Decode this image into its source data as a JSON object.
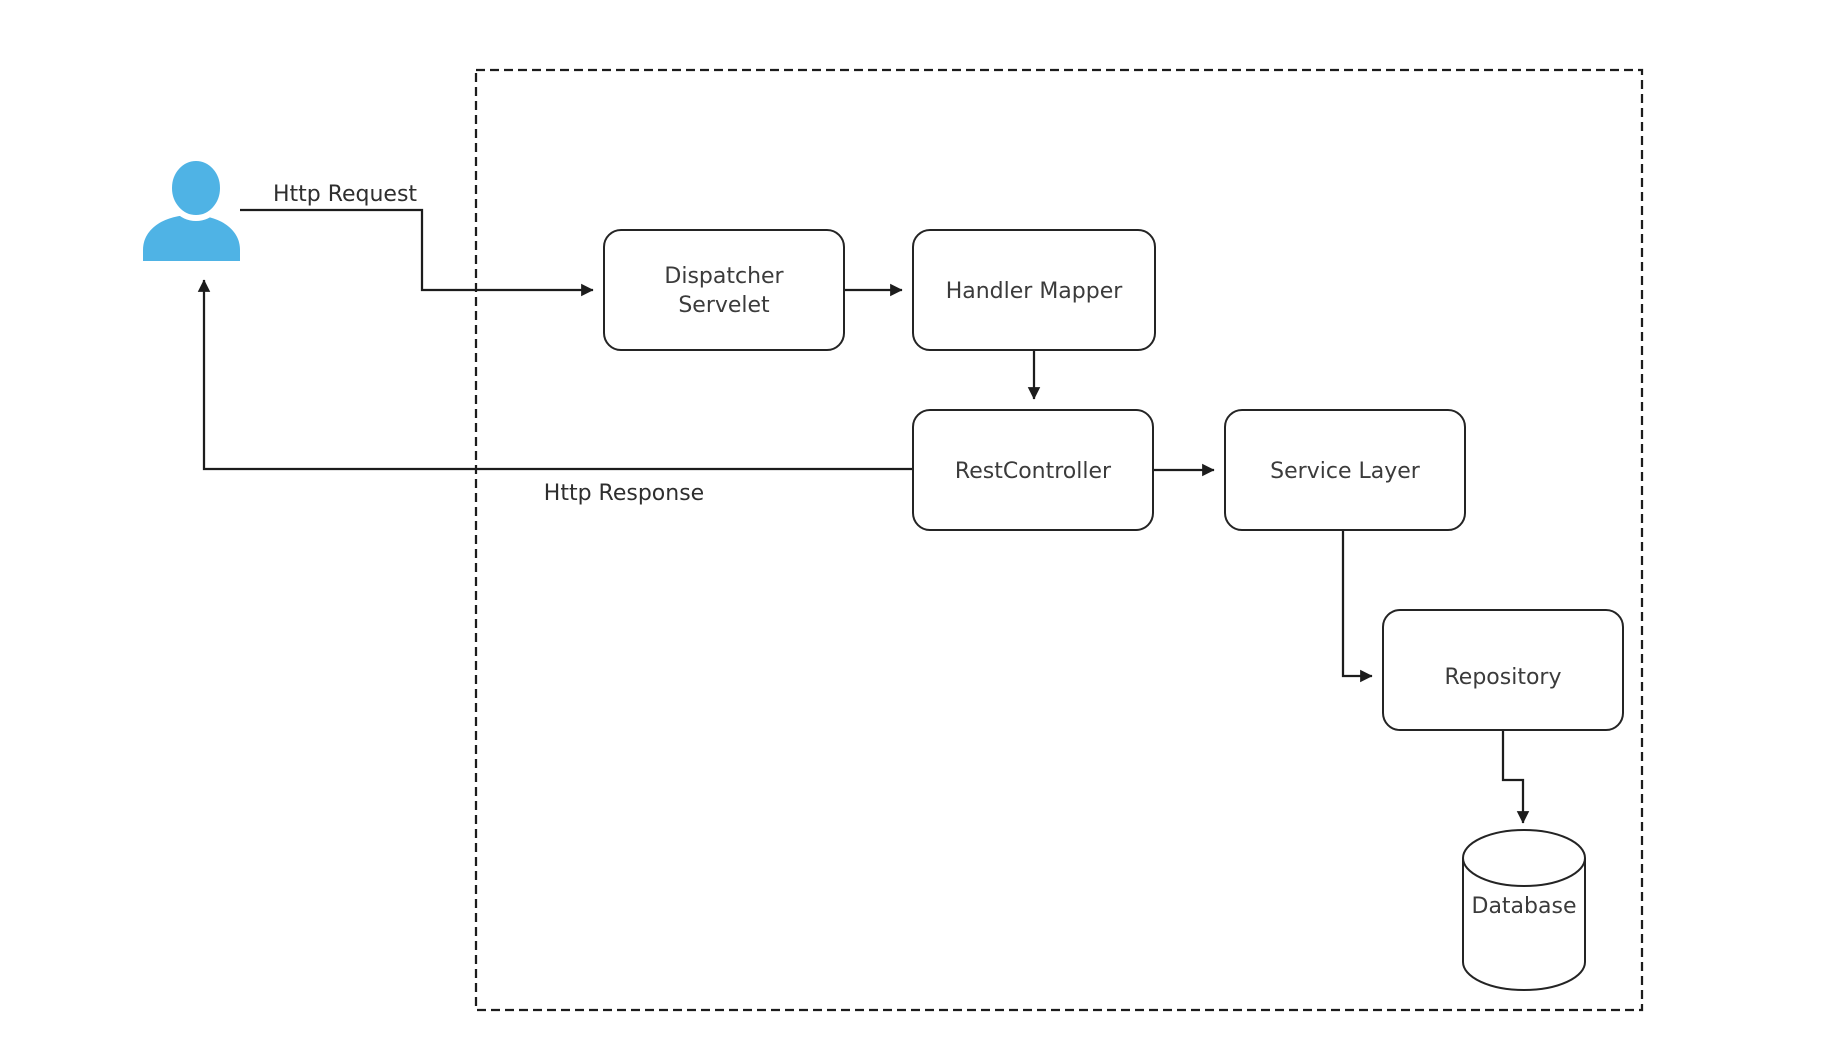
{
  "diagram": {
    "type": "architecture-flowchart",
    "background": "#ffffff"
  },
  "colors": {
    "user_icon": "#4fb3e5",
    "stroke": "#1c1c1c",
    "text": "#3b3b3b",
    "node_fill": "#ffffff"
  },
  "nodes": {
    "user": {
      "icon": "person-icon"
    },
    "dispatcher_servlet": {
      "line1": "Dispatcher",
      "line2": "Servelet"
    },
    "handler_mapper": {
      "label": "Handler Mapper"
    },
    "rest_controller": {
      "label": "RestController"
    },
    "service_layer": {
      "label": "Service Layer"
    },
    "repository": {
      "label": "Repository"
    },
    "database": {
      "label": "Database"
    }
  },
  "edges": {
    "http_request": {
      "label": "Http Request",
      "from": "user",
      "to": "dispatcher_servlet"
    },
    "dispatcher_to_handler": {
      "label": "",
      "from": "dispatcher_servlet",
      "to": "handler_mapper"
    },
    "handler_to_rest": {
      "label": "",
      "from": "handler_mapper",
      "to": "rest_controller"
    },
    "rest_to_service": {
      "label": "",
      "from": "rest_controller",
      "to": "service_layer"
    },
    "service_to_repository": {
      "label": "",
      "from": "service_layer",
      "to": "repository"
    },
    "repository_to_database": {
      "label": "",
      "from": "repository",
      "to": "database"
    },
    "http_response": {
      "label": "Http Response",
      "from": "rest_controller",
      "to": "user"
    }
  }
}
